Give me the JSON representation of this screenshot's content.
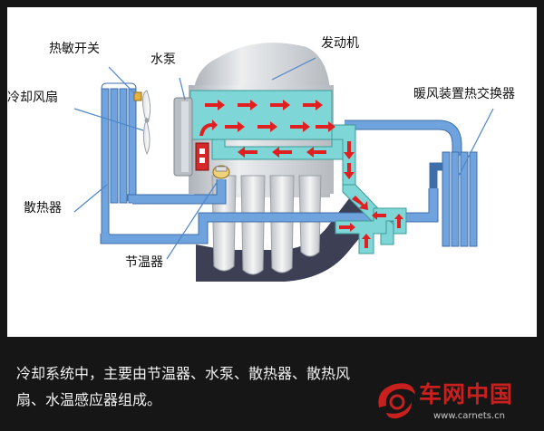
{
  "labels": {
    "thermo_switch": "热敏开关",
    "water_pump": "水泵",
    "engine": "发动机",
    "cooling_fan": "冷却风扇",
    "heater_core": "暖风装置热交换器",
    "radiator": "散热器",
    "thermostat": "节温器"
  },
  "caption": "冷却系统中，主要由节温器、水泵、散热器、散热风扇、水温感应器组成。",
  "logo": {
    "name": "车网中国",
    "url": "www.carnets.cn"
  },
  "colors": {
    "pipe_blue": "#6fa3dd",
    "coolant_cyan": "#7fd6d6",
    "flow_arrow": "#e02020",
    "engine_gray": "#c9cdd2",
    "manifold_dark": "#3d3f55",
    "brand_red": "#c8201e"
  }
}
